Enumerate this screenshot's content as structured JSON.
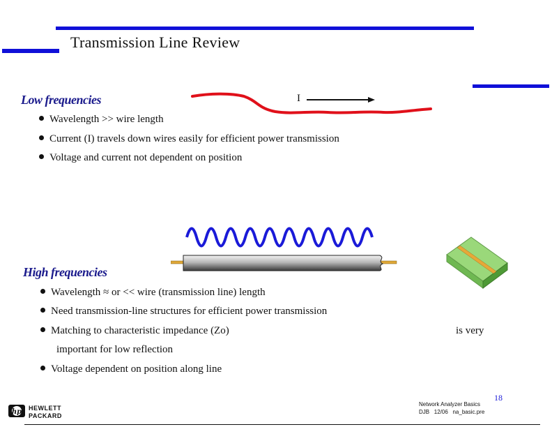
{
  "slide": {
    "title": "Transmission Line Review",
    "page_number": "18"
  },
  "low": {
    "heading": "Low frequencies",
    "current_label": "I",
    "bullets": [
      "Wavelength >> wire length",
      "Current (I) travels down wires easily for efficient power transmission",
      "Voltage and current not dependent on position"
    ]
  },
  "high": {
    "heading": "High frequencies",
    "bullets": [
      "Wavelength ≈ or << wire (transmission line) length",
      "Need transmission-line structures for efficient power transmission",
      "Matching to characteristic impedance (Zo)",
      "important for low reflection",
      "Voltage dependent on position along line"
    ],
    "is_very": "is very"
  },
  "footer": {
    "doc_name": "Network Analyzer Basics",
    "doc_info": "DJB   12/06   na_basic.pre",
    "logo_line1": "HEWLETT",
    "logo_line2": "PACKARD"
  },
  "colors": {
    "accent_bar": "#1010d8",
    "wire": "#e0101a",
    "wave": "#1a1ad8",
    "heading": "#1a1a8c"
  }
}
